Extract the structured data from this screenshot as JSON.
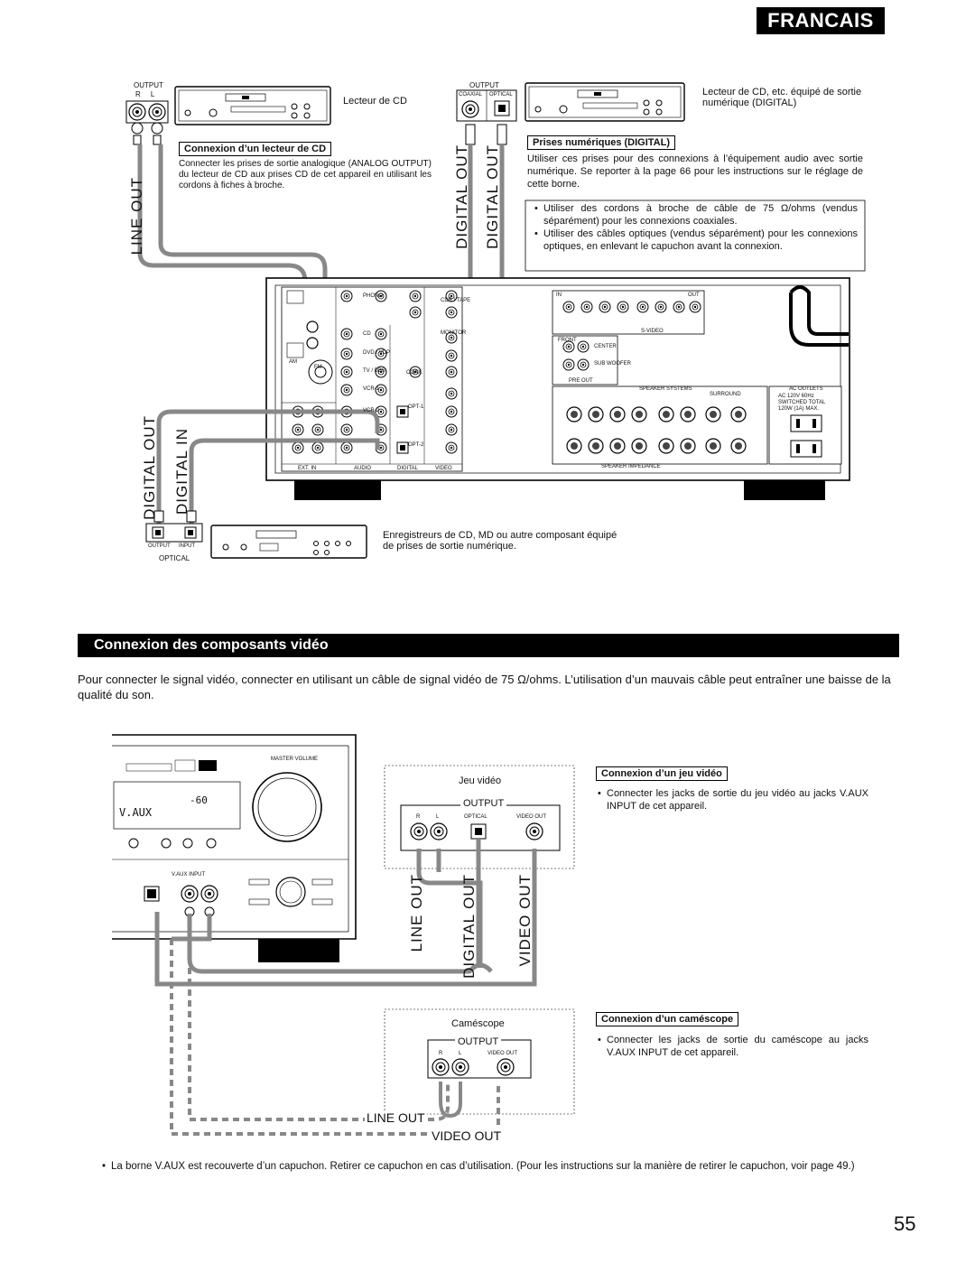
{
  "language_tab": "FRANCAIS",
  "top": {
    "cd_output_label": "OUTPUT",
    "cd_output_rl": "R     L",
    "cd_label": "Lecteur de CD",
    "cd_box_title": "Connexion d’un lecteur de CD",
    "cd_box_text": "Connecter les prises de sortie analogique (ANALOG OUTPUT) du lecteur de CD aux prises CD de cet appareil en utilisant les cordons à fiches à broche.",
    "digital_output_label": "OUTPUT",
    "coaxial_label": "COAXIAL",
    "optical_label": "OPTICAL",
    "digital_cd_label": "Lecteur de CD, etc. équipé de sortie numérique (DIGITAL)",
    "digital_box_title": "Prises numériques (DIGITAL)",
    "digital_box_text": "Utiliser ces prises pour des connexions à l’équipement audio avec sortie numérique. Se reporter à la page 66 pour les instructions sur le réglage de cette borne.",
    "digital_bullets": [
      "Utiliser des cordons à broche de câble de 75 Ω/ohms (vendus séparément) pour les connexions coaxiales.",
      "Utiliser des câbles optiques (vendus séparément) pour les connexions optiques, en enlevant le capuchon avant la connexion."
    ],
    "line_out_label": "LINE OUT",
    "digital_out_label_1": "DIGITAL OUT",
    "digital_out_label_2": "DIGITAL OUT",
    "digital_out_label_3": "DIGITAL OUT",
    "digital_in_label": "DIGITAL IN",
    "recorder_output": "OUTPUT",
    "recorder_input": "INPUT",
    "recorder_optical": "OPTICAL",
    "recorder_label": "Enregistreurs de CD, MD ou autre composant équipé de prises de sortie numérique."
  },
  "receiver_panel": {
    "labels": [
      "PHONO",
      "CD",
      "DVD / VDP",
      "TV / DBS",
      "VCR-1",
      "VCR-2",
      "CDR / TAPE",
      "MONITOR",
      "COAX.",
      "OPT-1",
      "OPT-2",
      "EXT. IN",
      "AUDIO",
      "DIGITAL",
      "VIDEO",
      "AM",
      "FM",
      "FRONT",
      "CENTER",
      "SUB WOOFER",
      "PRE OUT",
      "SPEAKER SYSTEMS",
      "SURROUND",
      "AC OUTLETS",
      "SWITCHED",
      "S-VIDEO",
      "IN",
      "OUT",
      "R",
      "L"
    ],
    "ac_text": "AC 120V 60Hz SWITCHED TOTAL 120W (1A) MAX.",
    "impedance_text": "SPEAKER IMPEDANCE"
  },
  "section_title": "Connexion des composants vidéo",
  "intro_text": "Pour connecter le signal vidéo, connecter en utilisant un câble de signal vidéo de 75 Ω/ohms. L’utilisation d’un mauvais câble peut entraîner une baisse de la qualité du son.",
  "video": {
    "front_display": "V.AUX",
    "front_volume": "-60",
    "master_volume": "MASTER VOLUME",
    "v_aux_input": "V.AUX INPUT",
    "game_label": "Jeu vidéo",
    "game_output": "OUTPUT",
    "game_r": "R",
    "game_l": "L",
    "game_optical": "OPTICAL",
    "game_video_out": "VIDEO OUT",
    "game_box_title": "Connexion d’un jeu vidéo",
    "game_box_text": "Connecter les jacks de sortie du jeu vidéo au jacks V.AUX INPUT de cet appareil.",
    "line_out": "LINE OUT",
    "digital_out": "DIGITAL OUT",
    "video_out": "VIDEO OUT",
    "cam_label": "Caméscope",
    "cam_output": "OUTPUT",
    "cam_r": "R",
    "cam_l": "L",
    "cam_video_out": "VIDEO OUT",
    "cam_box_title": "Connexion d’un caméscope",
    "cam_box_text": "Connecter les jacks de sortie du caméscope au jacks V.AUX INPUT de cet appareil.",
    "cam_line_out": "LINE OUT",
    "cam_video_out_label": "VIDEO OUT"
  },
  "bottom_note": "La borne V.AUX est recouverte d’un capuchon. Retirer ce capuchon en cas d’utilisation. (Pour les instructions sur la manière de retirer le capuchon, voir page 49.)",
  "page_number": "55"
}
